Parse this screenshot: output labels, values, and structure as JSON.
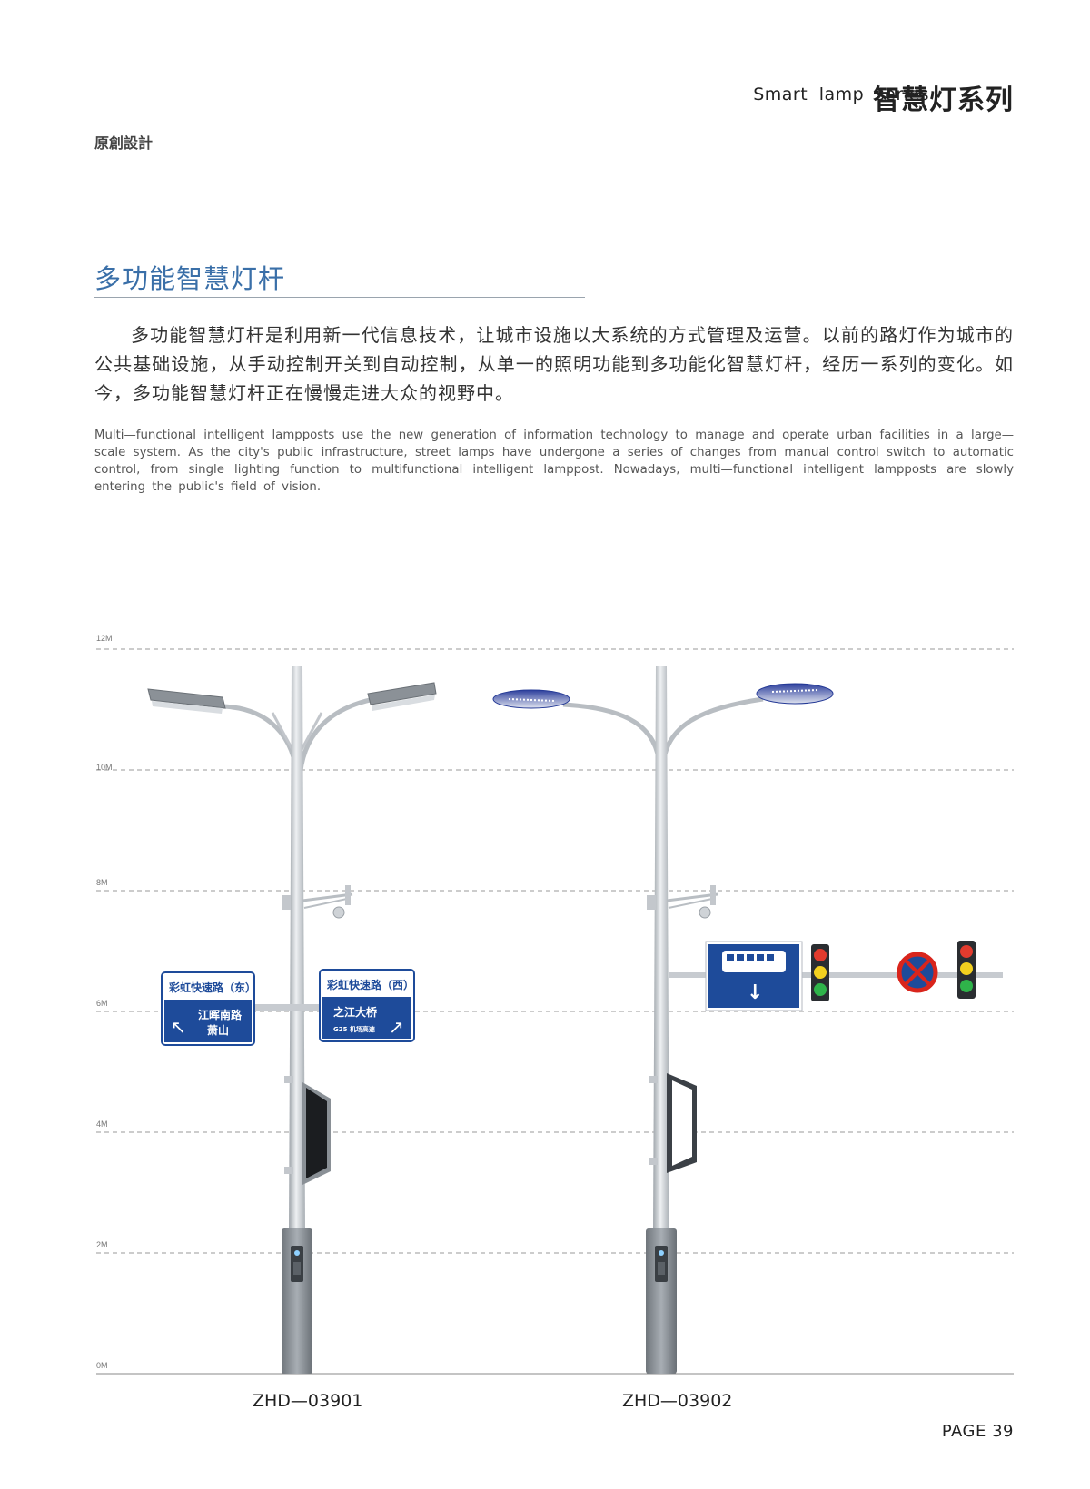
{
  "header": {
    "series_en": "Smart lamp series",
    "series_cn": "智慧灯系列"
  },
  "original_mark": "原創設計",
  "section": {
    "heading": "多功能智慧灯杆",
    "paragraph_cn": "多功能智慧灯杆是利用新一代信息技术，让城市设施以大系统的方式管理及运营。以前的路灯作为城市的公共基础设施，从手动控制开关到自动控制，从单一的照明功能到多功能化智慧灯杆，经历一系列的变化。如今，多功能智慧灯杆正在慢慢走进大众的视野中。",
    "paragraph_en": "Multi—functional intelligent lampposts use the new generation of information technology to manage and operate urban facilities in a large—scale system. As the city's public infrastructure, street lamps have undergone a series of changes from manual control switch to automatic control, from single lighting function to multifunctional intelligent lamppost. Nowadays, multi—functional intelligent lampposts are slowly entering the public's field of vision."
  },
  "height_scale": [
    "12M",
    "10M",
    "8M",
    "6M",
    "4M",
    "2M",
    "0M"
  ],
  "products": [
    {
      "model": "ZHD—03901",
      "signs": [
        {
          "top": "彩虹快速路（东）",
          "dest1": "江晖南路",
          "dest2": "萧山"
        },
        {
          "top": "彩虹快速路（西）",
          "dest1": "之江大桥",
          "dest2": "G25 机场高速"
        }
      ]
    },
    {
      "model": "ZHD—03902"
    }
  ],
  "page": "PAGE 39",
  "colors": {
    "heading": "#3a6fa8",
    "sign_blue": "#1e4b9a",
    "pole": "#c9cdd2"
  }
}
